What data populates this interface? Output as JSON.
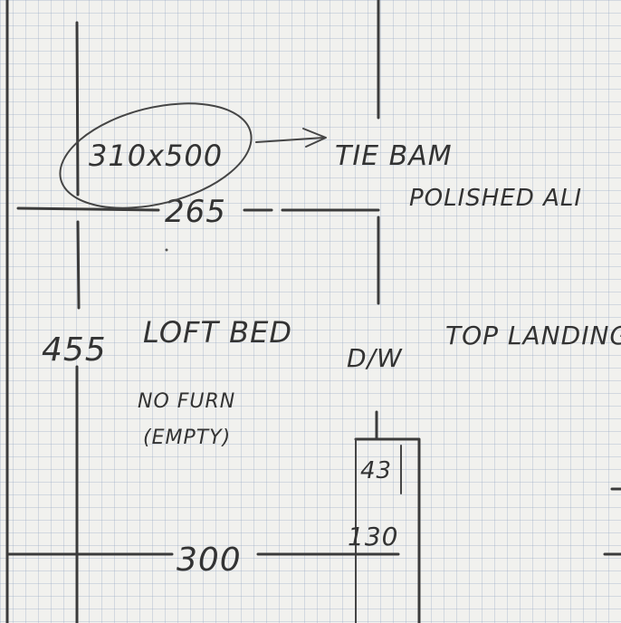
{
  "sketch": {
    "beam_size": "310x500",
    "beam_note_line1": "TIE BAM",
    "beam_note_line2": "POLISHED ALI",
    "span_top": "265",
    "height_left": "455",
    "room_label": "LOFT BED",
    "room_note_line1": "NO FURN",
    "room_note_line2": "(EMPTY)",
    "door_label": "D/W",
    "landing_label": "TOP LANDING",
    "small_dim_1": "43",
    "small_dim_2": "130",
    "width_bottom": "300"
  },
  "colors": {
    "paper": "#f1f1ee",
    "grid": "#8ca0be",
    "ink": "#3b3b3b"
  }
}
